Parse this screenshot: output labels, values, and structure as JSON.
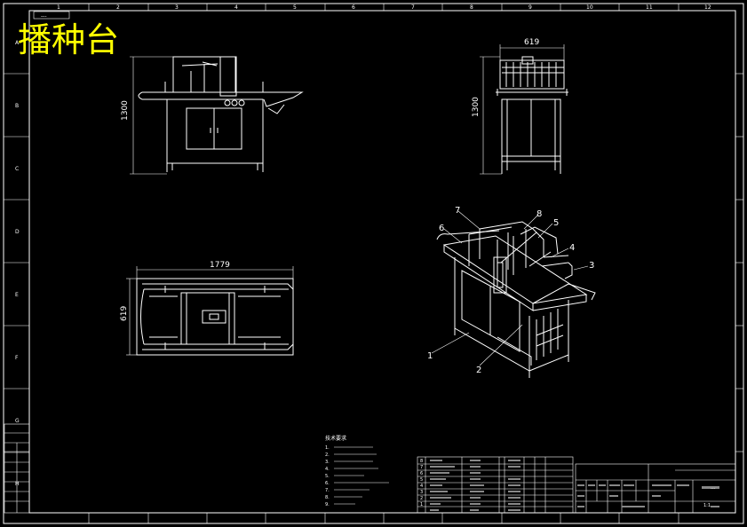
{
  "drawing": {
    "title": "播种台",
    "top_tag": "---",
    "dimensions": {
      "front_height": "1300",
      "side_width": "619",
      "side_height": "1300",
      "plan_length": "1779",
      "plan_width": "619"
    },
    "callouts": [
      "1",
      "2",
      "3",
      "4",
      "5",
      "6",
      "7",
      "8"
    ],
    "border_cols_top": [
      "1",
      "2",
      "3",
      "4",
      "5",
      "6",
      "7",
      "8",
      "9",
      "10",
      "11",
      "12"
    ],
    "border_rows_left": [
      "A",
      "B",
      "C",
      "D",
      "E",
      "F",
      "G",
      "H"
    ],
    "tech_notes_title": "技术要求",
    "tech_notes": [
      "1.",
      "2.",
      "3.",
      "4.",
      "5.",
      "6.",
      "7.",
      "8.",
      "9."
    ],
    "bom_rows": [
      "8",
      "7",
      "6",
      "5",
      "4",
      "3",
      "2",
      "1"
    ],
    "title_block": {
      "sheet": "---",
      "scale": "1:1"
    }
  },
  "colors": {
    "background": "#000000",
    "lines": "#ffffff",
    "title": "#ffff00"
  }
}
